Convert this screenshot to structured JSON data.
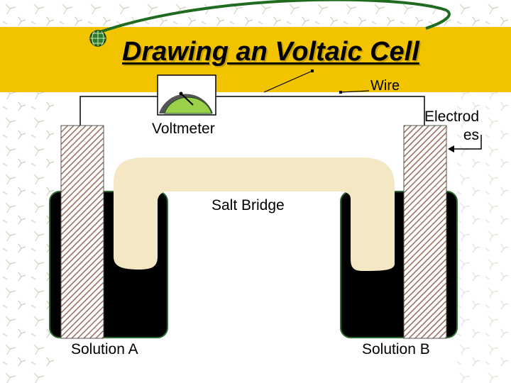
{
  "title": "Drawing an Voltaic Cell",
  "labels": {
    "wire": "Wire",
    "voltmeter": "Voltmeter",
    "electrodes": "Electrod\nes",
    "salt_bridge": "Salt Bridge",
    "solution_a": "Solution A",
    "solution_b": "Solution B"
  },
  "colors": {
    "banner": "#f2c400",
    "banner_edge": "#1f6b1f",
    "beaker_fill": "#000000",
    "beaker_edge": "#2e6b2e",
    "salt_bridge": "#f3e8c3",
    "electrode_hatch": "#9a6b5a",
    "voltmeter_face": "#9ad04a",
    "voltmeter_body": "#555555"
  },
  "icons": {
    "logo": "globe-grid-icon",
    "background": "molecule-pattern-icon"
  }
}
